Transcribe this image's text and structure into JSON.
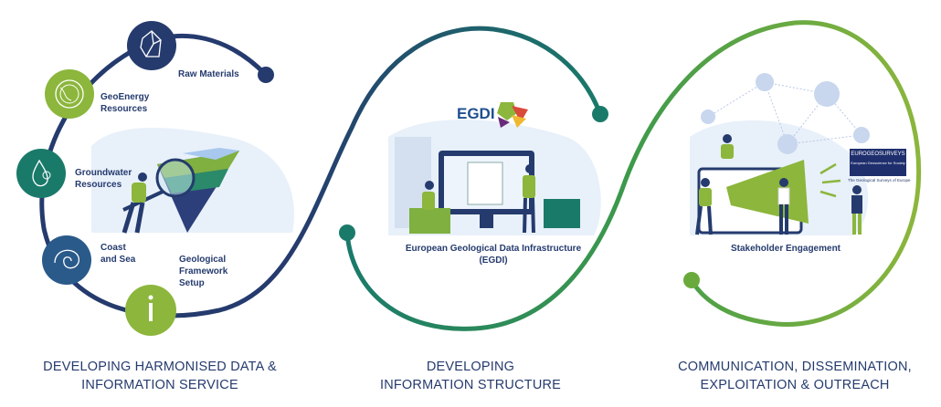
{
  "left_section": {
    "title_line1": "DEVELOPING HARMONISED DATA &",
    "title_line2": "INFORMATION SERVICE",
    "items": [
      {
        "label_line1": "Raw Materials",
        "label_line2": "",
        "icon": "rock-icon",
        "color": "#253b6e"
      },
      {
        "label_line1": "GeoEnergy",
        "label_line2": "Resources",
        "icon": "globe-icon",
        "color": "#8cb63c"
      },
      {
        "label_line1": "Groundwater",
        "label_line2": "Resources",
        "icon": "water-drop-icon",
        "color": "#1a7a6a"
      },
      {
        "label_line1": "Coast",
        "label_line2": "and Sea",
        "icon": "shell-icon",
        "color": "#2a5a8a"
      },
      {
        "label_line1": "Geological",
        "label_line2": "Framework",
        "label_line3": "Setup",
        "icon": "info-icon",
        "color": "#8cb63c"
      }
    ]
  },
  "middle_section": {
    "title_line1": "DEVELOPING",
    "title_line2": "INFORMATION STRUCTURE",
    "logo_text": "EGDI",
    "caption_line1": "European Geological Data Infrastructure",
    "caption_line2": "(EGDI)"
  },
  "right_section": {
    "title_line1": "COMMUNICATION, DISSEMINATION,",
    "title_line2": "EXPLOITATION & OUTREACH",
    "caption": "Stakeholder Engagement",
    "logo_text": "EUROGEOSURVEYS",
    "logo_subtext": "European Geoscience for Society",
    "logo_tagline": "The Geological Surveys of Europe"
  },
  "colors": {
    "navy": "#253b6e",
    "teal": "#1a7a6a",
    "green": "#8cb63c",
    "light": "#e8f0fa"
  }
}
